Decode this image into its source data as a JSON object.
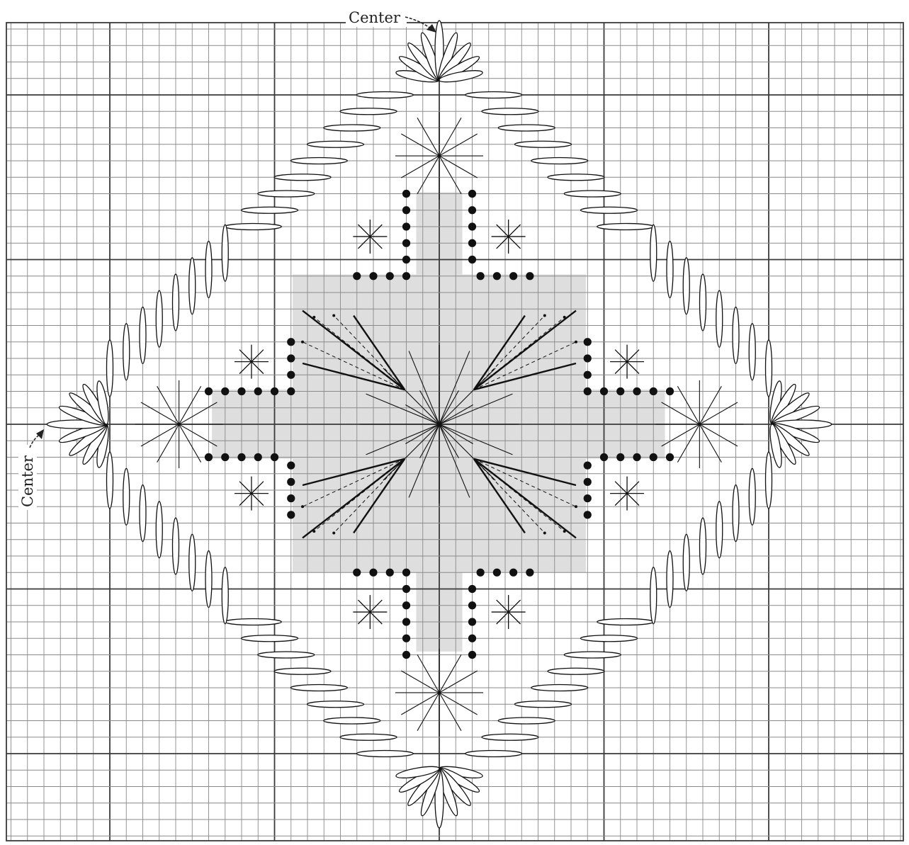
{
  "labels": {
    "top_center": "Center",
    "left_center": "Center"
  },
  "grid": {
    "major_every": 10,
    "colors": {
      "minor": "#8a8a8a",
      "major": "#3a3a3a",
      "background": "#ffffff"
    }
  },
  "colors": {
    "shading": "#dedede",
    "stitch_line": "#111111",
    "dot": "#111111"
  },
  "motif": {
    "shaded_cross": true,
    "stitch_types": [
      "eyelet-fan",
      "long-stitch-border",
      "star-stitch",
      "french-knot-dots",
      "straight-ray-stitch",
      "dashed-ray-stitch"
    ]
  }
}
